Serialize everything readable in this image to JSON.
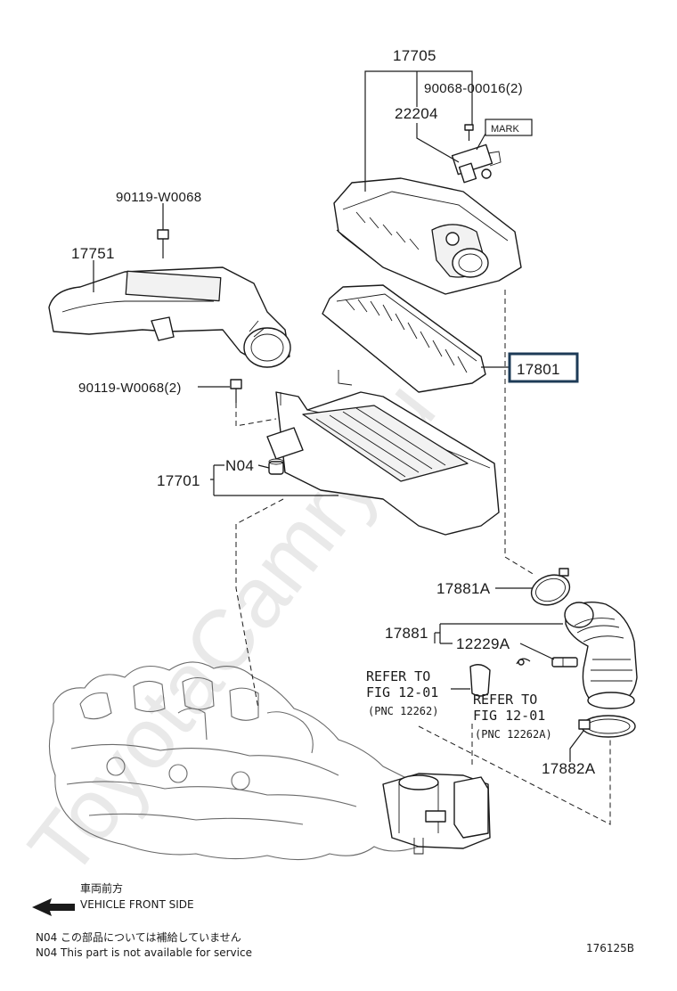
{
  "watermark": "ToyotaCamry.ru",
  "callouts": {
    "p17705": "17705",
    "p90068": "90068-00016(2)",
    "p22204": "22204",
    "mark": "MARK",
    "p90119a": "90119-W0068",
    "p17751": "17751",
    "p17801": "17801",
    "p90119b": "90119-W0068(2)",
    "n04": "N04",
    "p17701": "17701",
    "p17881A": "17881A",
    "p17881": "17881",
    "p12229A": "12229A",
    "p17882A": "17882A"
  },
  "references": {
    "ref1_line1": "REFER TO",
    "ref1_line2": "FIG 12-01",
    "ref1_pnc": "(PNC 12262)",
    "ref2_line1": "REFER TO",
    "ref2_line2": "FIG 12-01",
    "ref2_pnc": "(PNC 12262A)"
  },
  "direction": {
    "label_jp": "車両前方",
    "label_en": "VEHICLE FRONT SIDE"
  },
  "notes": {
    "n04_jp": "N04  この部品については補給していません",
    "n04_en": "N04  This part is not available for service"
  },
  "figure_id": "176125B",
  "colors": {
    "line": "#1a1a1a",
    "highlight_box": "#1d3b57",
    "watermark": "#e9e9e9"
  }
}
